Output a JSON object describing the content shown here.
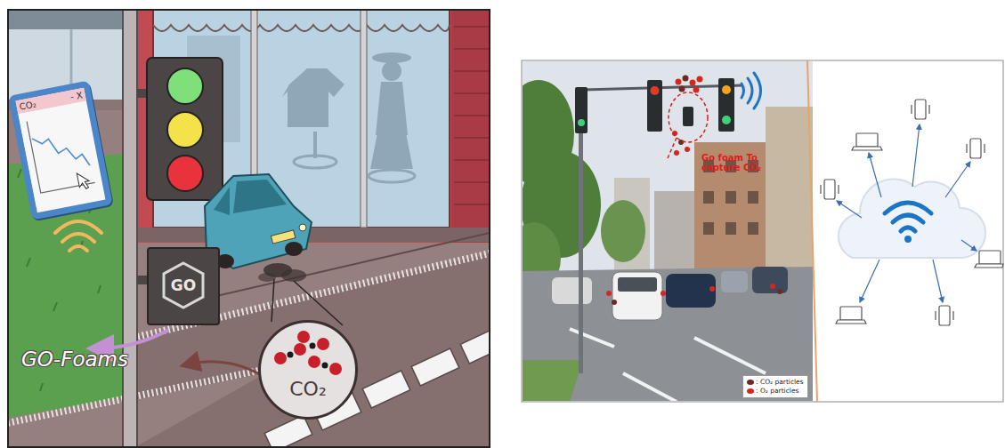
{
  "diagram": {
    "nodes": [
      {
        "text": [
          "CO₂",
          "- X"
        ]
      },
      {
        "text": [
          "GO"
        ]
      },
      {
        "text": [
          "CO₂"
        ]
      }
    ],
    "labels": [
      "GO-Foams",
      "Go foam To capture CO₂"
    ],
    "legend": [
      {
        "text": ": CO₂ particles",
        "color": "#6e2a22"
      },
      {
        "text": ": O₂ particles",
        "color": "#d8261f"
      }
    ]
  }
}
